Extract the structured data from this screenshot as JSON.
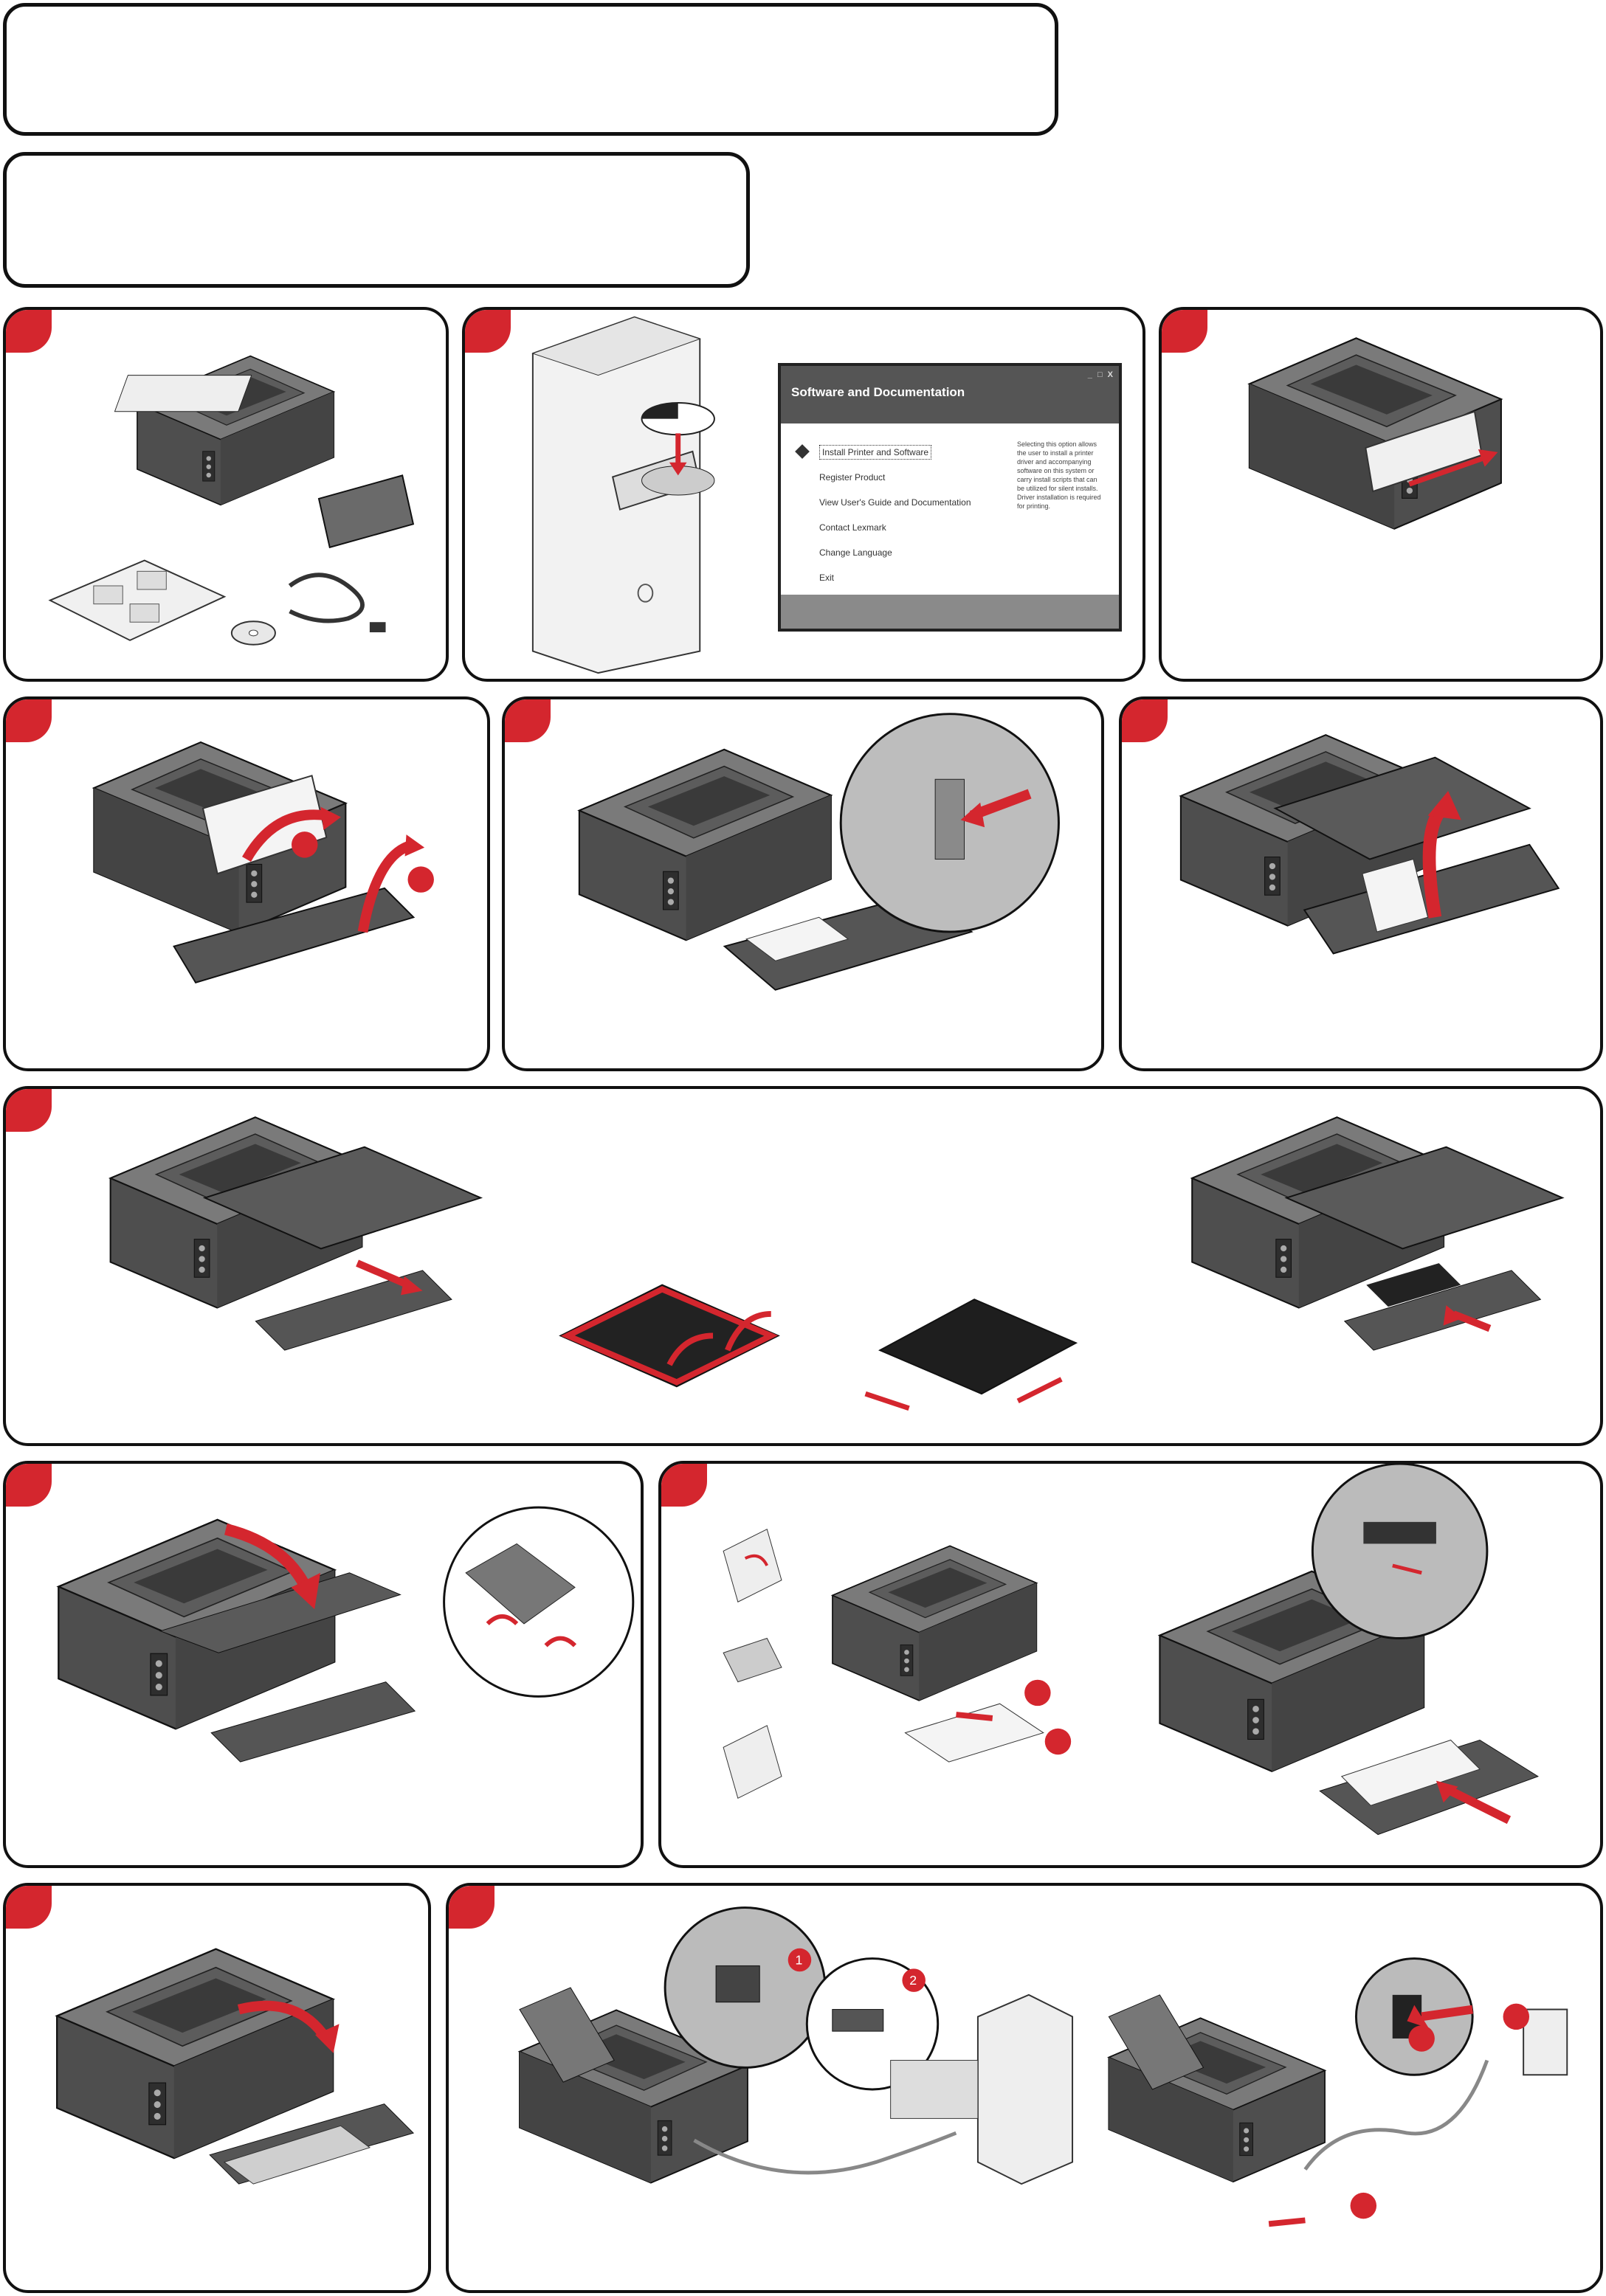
{
  "header": {
    "title": "",
    "subtitle": ""
  },
  "software_dialog": {
    "title": "Software and Documentation",
    "window_buttons": "_ □ X",
    "menu": [
      "Install Printer and Software",
      "Register Product",
      "View User's Guide and Documentation",
      "Contact Lexmark",
      "Change Language",
      "Exit"
    ],
    "description": "Selecting this option allows the user to install a printer driver and accompanying software on this system or carry install scripts that can be utilized for silent installs. Driver installation is required for printing."
  },
  "callouts": {
    "one": "1",
    "two": "2"
  },
  "colors": {
    "accent": "#d4262e",
    "printer_dark": "#4a4a4a",
    "printer_mid": "#6e6e6e",
    "outline": "#111111"
  }
}
